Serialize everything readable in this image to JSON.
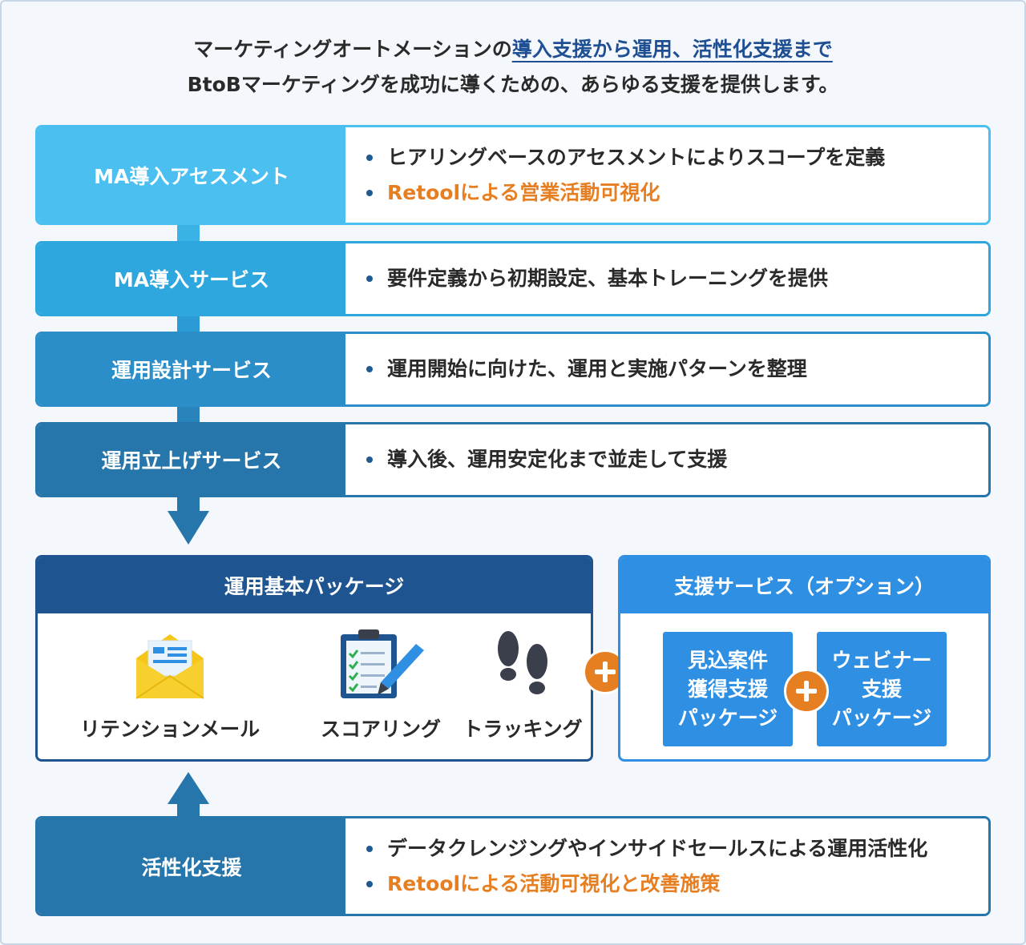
{
  "headline": {
    "line1_prefix": "マーケティングオートメーションの",
    "line1_highlight": "導入支援から運用、活性化支援まで",
    "line2": "BtoBマーケティングを成功に導くための、あらゆる支援を提供します。"
  },
  "services": [
    {
      "label": "MA導入アセスメント",
      "color": "#4bc0f0",
      "bullets": [
        {
          "text": "ヒアリングベースのアセスメントによりスコープを定義",
          "highlight": false
        },
        {
          "text": "Retoolによる営業活動可視化",
          "highlight": true
        }
      ]
    },
    {
      "label": "MA導入サービス",
      "color": "#2ea6de",
      "bullets": [
        {
          "text": "要件定義から初期設定、基本トレーニングを提供",
          "highlight": false
        }
      ]
    },
    {
      "label": "運用設計サービス",
      "color": "#2b8ec8",
      "bullets": [
        {
          "text": "運用開始に向けた、運用と実施パターンを整理",
          "highlight": false
        }
      ]
    },
    {
      "label": "運用立上げサービス",
      "color": "#2776ab",
      "bullets": [
        {
          "text": "導入後、運用安定化まで並走して支援",
          "highlight": false
        }
      ]
    }
  ],
  "basic_package": {
    "title": "運用基本パッケージ",
    "color": "#1e5591",
    "items": [
      {
        "label": "リテンションメール",
        "icon": "mail-icon"
      },
      {
        "label": "スコアリング",
        "icon": "clipboard-icon"
      },
      {
        "label": "トラッキング",
        "icon": "footprints-icon"
      }
    ]
  },
  "option_services": {
    "title": "支援サービス（オプション）",
    "color": "#2f8fe3",
    "boxes": [
      {
        "lines": [
          "見込案件",
          "獲得支援",
          "パッケージ"
        ]
      },
      {
        "lines": [
          "ウェビナー",
          "支援",
          "パッケージ"
        ]
      }
    ]
  },
  "activation": {
    "label": "活性化支援",
    "color": "#2776ab",
    "bullets": [
      {
        "text": "データクレンジングやインサイドセールスによる運用活性化",
        "highlight": false
      },
      {
        "text": "Retoolによる活動可視化と改善施策",
        "highlight": true
      }
    ]
  },
  "accent_color": "#e67e22"
}
